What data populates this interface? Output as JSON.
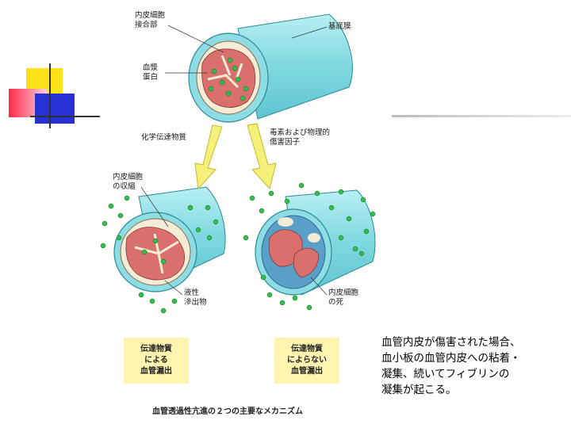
{
  "labels": {
    "junction": "内皮細胞\n接合部",
    "basement": "基底膜",
    "plasma": "血漿\n蛋白",
    "chem": "化学伝達物質",
    "toxin": "毒素および物理的\n傷害因子",
    "contract": "内皮細胞\nの収縮",
    "exudate": "液性\n滲出物",
    "death": "内皮細胞\nの死"
  },
  "boxes": {
    "left": "伝達物質\nによる\n血管漏出",
    "right": "伝達物質\nによらない\n血管漏出"
  },
  "caption": "血管透過性亢進の２つの主要なメカニズム",
  "note": "血管内皮が傷害された場合、\n血小板の血管内皮への粘着・\n凝集、続いてフィブリンの\n凝集が起こる。",
  "colors": {
    "vessel": "#8fdde4",
    "wall": "#f4ecd6",
    "tissue": "#d9706d",
    "protein": "#2fbf4a",
    "arrow": "#f4f07a"
  }
}
